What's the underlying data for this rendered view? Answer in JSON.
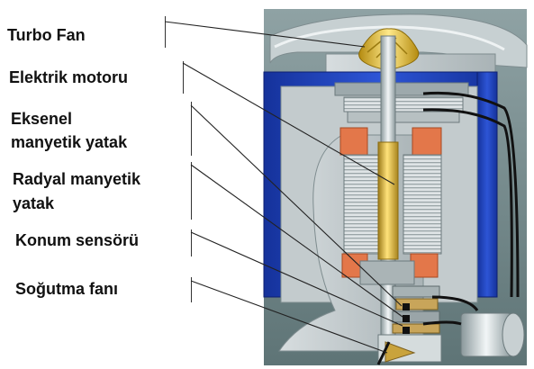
{
  "labels": {
    "turbo_fan": "Turbo Fan",
    "electric_motor": "Elektrik motoru",
    "axial_bearing_line1": "Eksenel",
    "axial_bearing_line2": "manyetik yatak",
    "radial_bearing_line1": "Radyal manyetik",
    "radial_bearing_line2": "yatak",
    "position_sensor": "Konum sensörü",
    "cooling_fan": "Soğutma fanı"
  },
  "colors": {
    "background": "#ffffff",
    "housing_grey": "#b9c2c4",
    "coil_blue": "#1f3fb8",
    "shaft_gold": "#e8c14a",
    "stator_orange": "#e3774a",
    "dark_panel": "#6f8486"
  }
}
